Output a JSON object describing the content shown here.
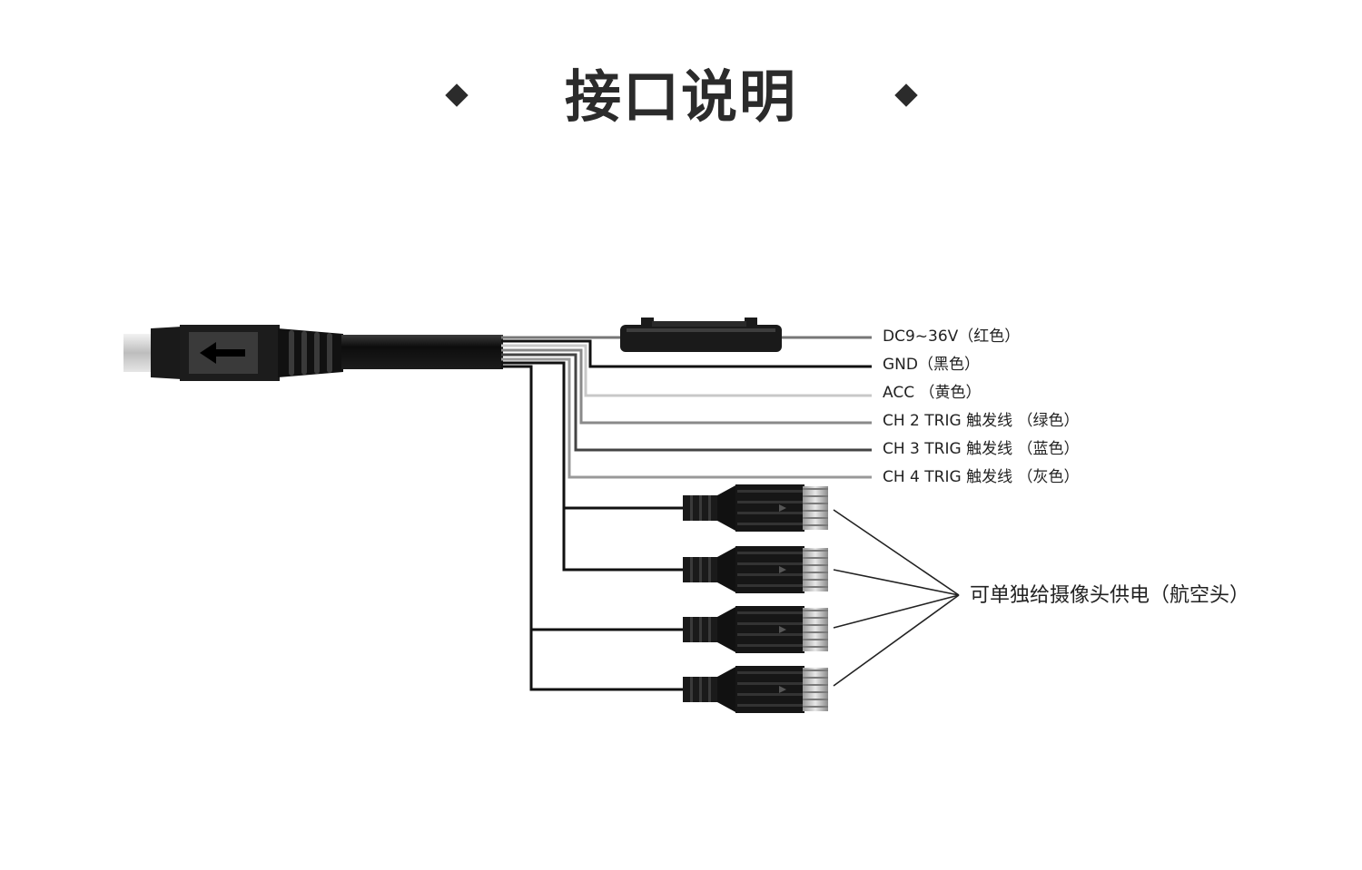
{
  "title": "接口说明",
  "wires": [
    {
      "label": "DC9~36V（红色）",
      "color": "#777777"
    },
    {
      "label": "GND（黑色）",
      "color": "#111111"
    },
    {
      "label": "ACC （黄色）",
      "color": "#c8c8c8"
    },
    {
      "label": "CH 2  TRIG   触发线 （绿色）",
      "color": "#8a8a8a"
    },
    {
      "label": "CH 3  TRIG   触发线 （蓝色）",
      "color": "#444444"
    },
    {
      "label": "CH 4  TRIG   触发线 （灰色）",
      "color": "#999999"
    }
  ],
  "connectors_note": "可单独给摄像头供电（航空头）",
  "colors": {
    "cable": "#111111",
    "plug_metal": "#cfcfcf",
    "title": "#2b2b2b"
  },
  "icons": [
    "diamond-icon",
    "arrow-left-icon",
    "fuse-holder",
    "aviation-connector"
  ]
}
